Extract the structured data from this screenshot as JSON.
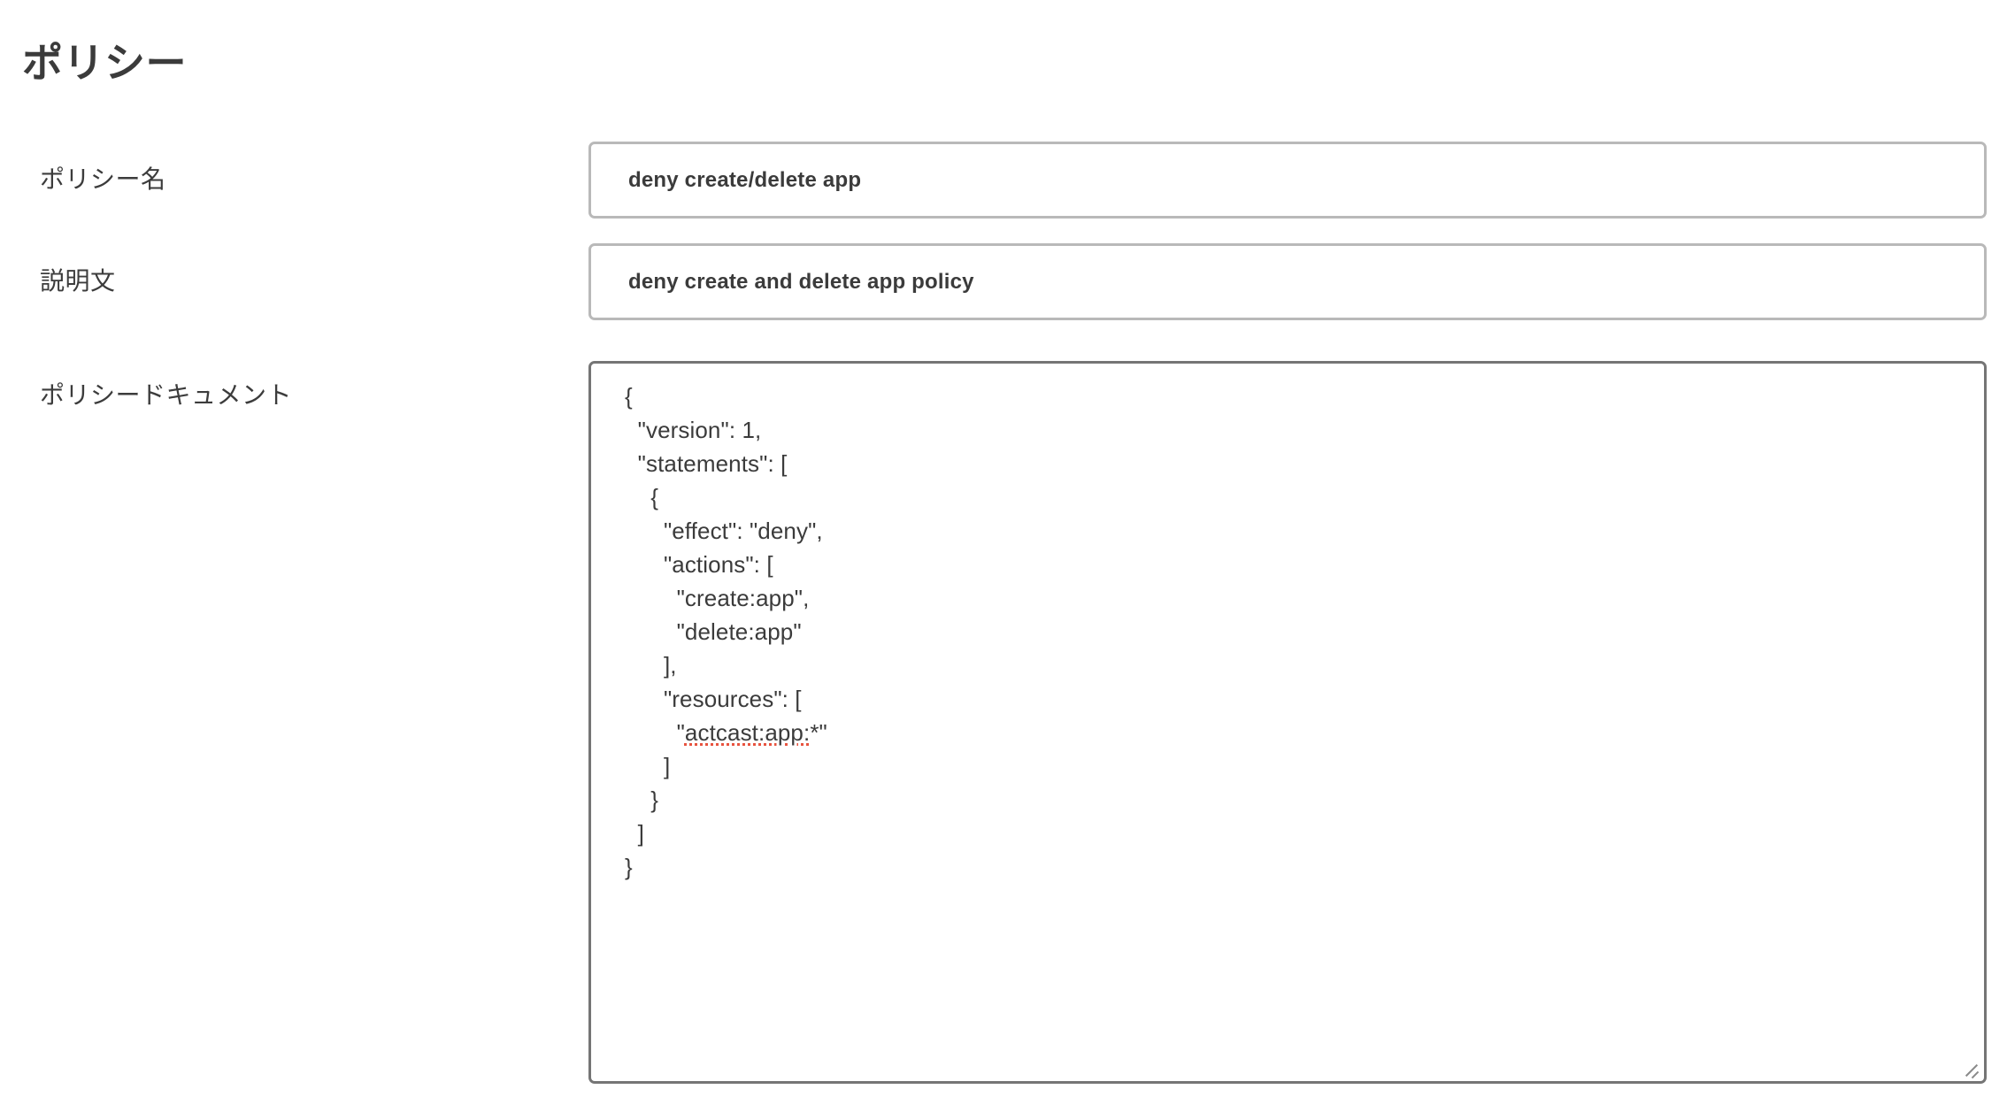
{
  "page": {
    "title": "ポリシー"
  },
  "fields": {
    "policy_name": {
      "label": "ポリシー名",
      "value": "deny create/delete app",
      "placeholder": ""
    },
    "description": {
      "label": "説明文",
      "value": "deny create and delete app policy",
      "placeholder": ""
    },
    "policy_document": {
      "label": "ポリシードキュメント",
      "value_before_spellcheck": "{\n  \"version\": 1,\n  \"statements\": [\n    {\n      \"effect\": \"deny\",\n      \"actions\": [\n        \"create:app\",\n        \"delete:app\"\n      ],\n      \"resources\": [\n        \"",
      "spellcheck_word": "actcast:app:",
      "value_after_spellcheck": "*\"\n      ]\n    }\n  ]\n}",
      "full_value": "{\n  \"version\": 1,\n  \"statements\": [\n    {\n      \"effect\": \"deny\",\n      \"actions\": [\n        \"create:app\",\n        \"delete:app\"\n      ],\n      \"resources\": [\n        \"actcast:app:*\"\n      ]\n    }\n  ]\n}",
      "placeholder": ""
    }
  },
  "icons": {
    "resize_handle": "resize-grip-icon"
  },
  "colors": {
    "text": "#3b3b3b",
    "input_border": "#b9b9b9",
    "textarea_border": "#757575",
    "spellcheck_underline": "#e8533f",
    "background": "#ffffff"
  }
}
